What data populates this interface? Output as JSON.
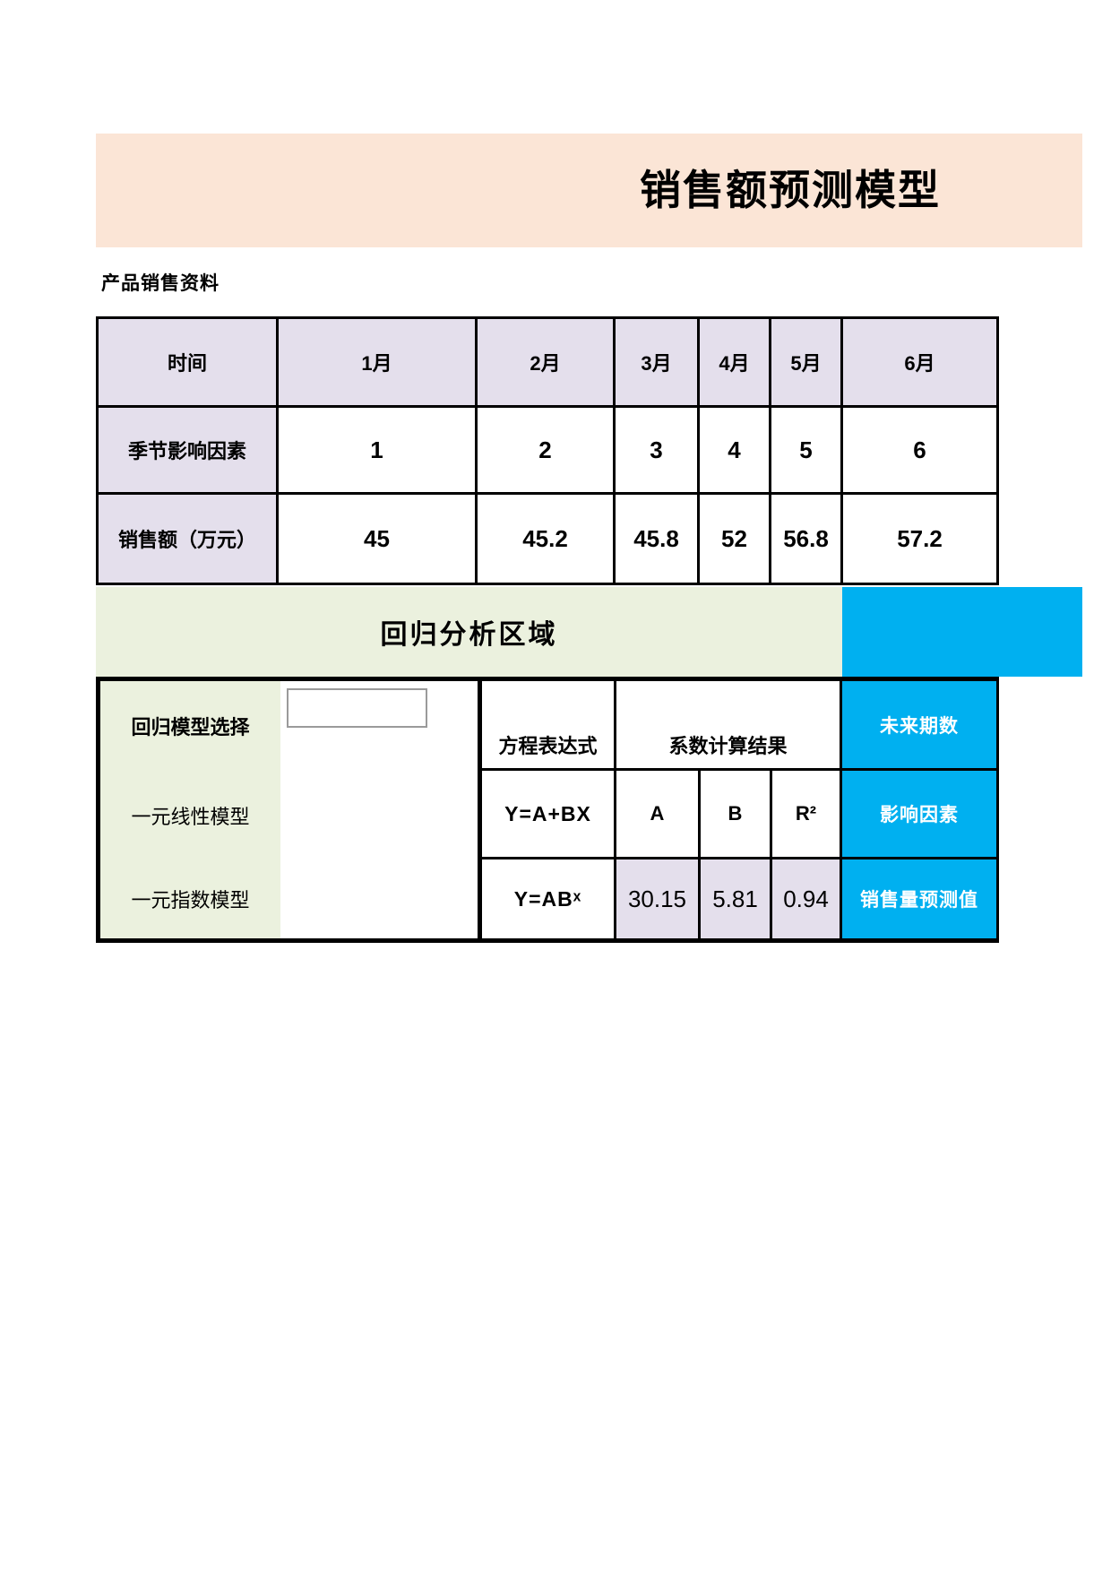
{
  "banner": {
    "title": "销售额预测模型",
    "bg": "#FBE5D6"
  },
  "section": {
    "label": "产品销售资料"
  },
  "sales_table": {
    "time_label": "时间",
    "months": [
      "1月",
      "2月",
      "3月",
      "4月",
      "5月",
      "6月"
    ],
    "season_row": {
      "label": "季节影响因素",
      "values": [
        "1",
        "2",
        "3",
        "4",
        "5",
        "6"
      ]
    },
    "sales_row": {
      "label": "销售额（万元）",
      "values": [
        "45",
        "45.2",
        "45.8",
        "52",
        "56.8",
        "57.2"
      ]
    }
  },
  "regression": {
    "band_title": "回归分析区域",
    "model_select_label": "回归模型选择",
    "model_select_value": "",
    "linear_model_label": "一元线性模型",
    "exp_model_label": "一元指数模型",
    "equation_header": "方程表达式",
    "coeff_header": "系数计算结果",
    "linear_equation": "Y=A+BX",
    "exp_equation": "Y=ABˣ",
    "coeff_columns": [
      "A",
      "B",
      "R²"
    ],
    "exp_coeff_values": [
      "30.15",
      "5.81",
      "0.94"
    ],
    "future_label": "未来期数",
    "factor_label": "影响因素",
    "forecast_label": "销售量预测值"
  },
  "colors": {
    "banner": "#FBE5D6",
    "lavender": "#E4DFEC",
    "green": "#EBF1DE",
    "blue": "#00B0F0",
    "border": "#000000"
  }
}
